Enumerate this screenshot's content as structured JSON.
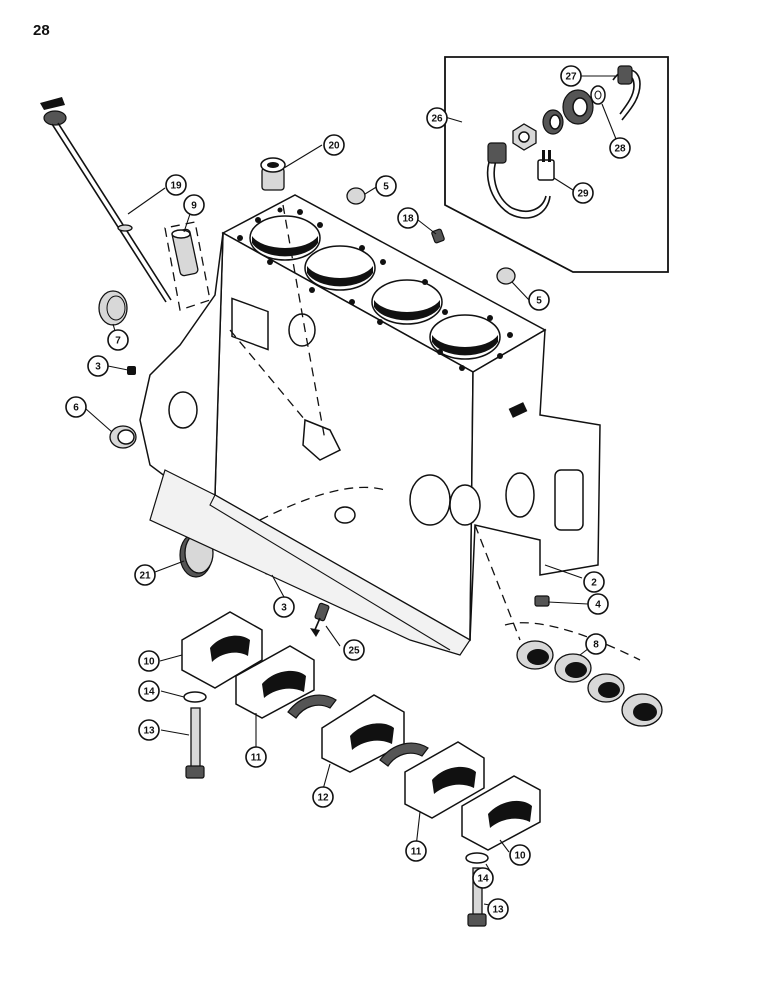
{
  "page_number": "28",
  "callouts": [
    {
      "label": "2"
    },
    {
      "label": "3"
    },
    {
      "label": "3"
    },
    {
      "label": "4"
    },
    {
      "label": "5"
    },
    {
      "label": "5"
    },
    {
      "label": "6"
    },
    {
      "label": "7"
    },
    {
      "label": "8"
    },
    {
      "label": "9"
    },
    {
      "label": "10"
    },
    {
      "label": "10"
    },
    {
      "label": "11"
    },
    {
      "label": "11"
    },
    {
      "label": "12"
    },
    {
      "label": "13"
    },
    {
      "label": "13"
    },
    {
      "label": "14"
    },
    {
      "label": "14"
    },
    {
      "label": "18"
    },
    {
      "label": "19"
    },
    {
      "label": "20"
    },
    {
      "label": "21"
    },
    {
      "label": "25"
    },
    {
      "label": "26"
    },
    {
      "label": "27"
    },
    {
      "label": "28"
    },
    {
      "label": "29"
    }
  ]
}
